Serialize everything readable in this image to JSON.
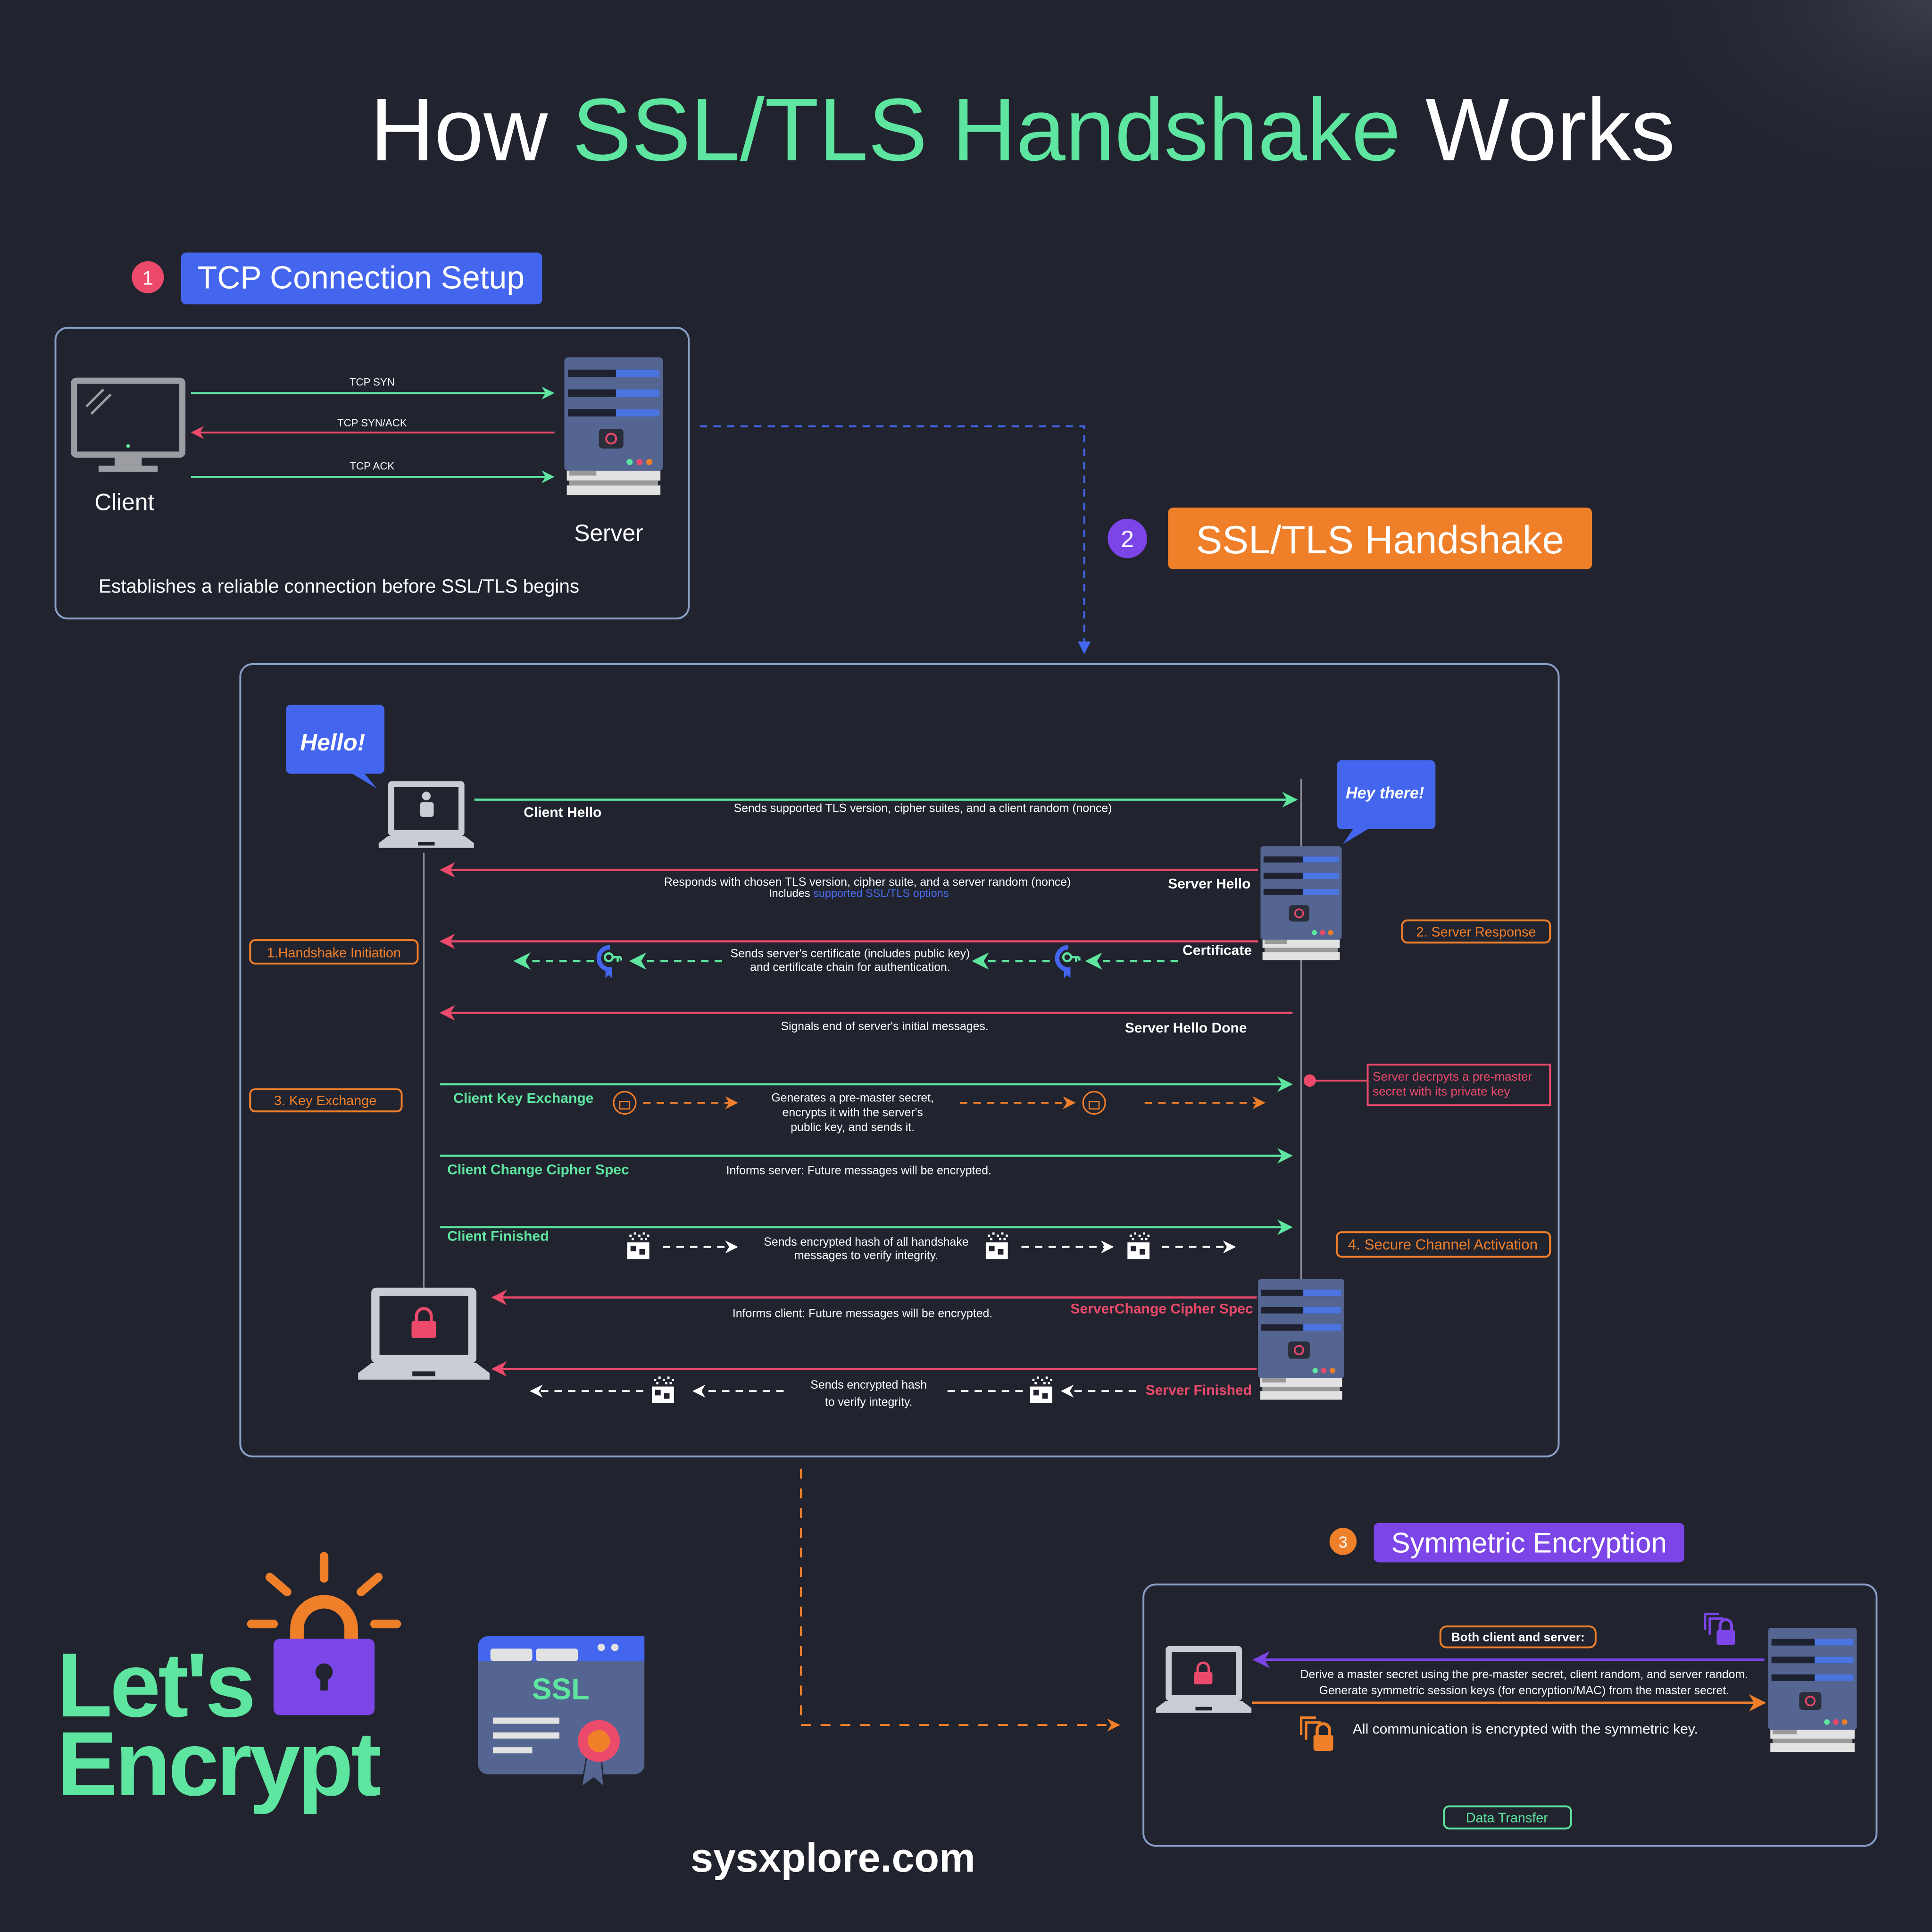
{
  "title": {
    "part1": "How ",
    "part2": "SSL/TLS Handshake",
    "part3": " Works"
  },
  "colors": {
    "background": "#21242f",
    "green": "#5ee5a0",
    "red": "#ec4a6b",
    "blue": "#4466ee",
    "orange": "#f07f2a",
    "purple": "#7b45e8",
    "panel_border": "#8aa0c8"
  },
  "step1": {
    "number": "1",
    "label": "TCP Connection Setup",
    "client_label": "Client",
    "server_label": "Server",
    "messages": [
      "TCP SYN",
      "TCP SYN/ACK",
      "TCP ACK"
    ],
    "footer": "Establishes a reliable connection before SSL/TLS begins"
  },
  "step2": {
    "number": "2",
    "label": "SSL/TLS Handshake",
    "client_bubble": "Hello!",
    "server_bubble": "Hey there!",
    "phases": [
      "1.Handshake Initiation",
      "2. Server Response",
      "3. Key Exchange",
      "4. Secure Channel Activation"
    ],
    "server_note": [
      "Server decrpyts a pre-master",
      "secret with its private key"
    ],
    "rows": {
      "client_hello": {
        "name": "Client Hello",
        "desc": "Sends supported TLS version, cipher suites, and a client random (nonce)"
      },
      "server_hello": {
        "name": "Server Hello",
        "desc": "Responds with chosen TLS version, cipher suite, and a server random (nonce)",
        "desc2_prefix": "Includes ",
        "desc2_link": "supported SSL/TLS options"
      },
      "certificate": {
        "name": "Certificate",
        "desc": [
          "Sends server's certificate (includes public key)",
          "and certificate chain for authentication."
        ]
      },
      "server_hello_done": {
        "name": "Server Hello Done",
        "desc": "Signals end of server's initial messages."
      },
      "client_key_exchange": {
        "name": "Client Key Exchange",
        "desc": [
          "Generates a pre-master secret,",
          "encrypts it with the server's",
          "public key, and sends it."
        ]
      },
      "client_change_cipher": {
        "name": "Client Change Cipher Spec",
        "desc": "Informs server: Future messages will be encrypted."
      },
      "client_finished": {
        "name": "Client Finished",
        "desc": [
          "Sends encrypted hash of all handshake",
          "messages to verify integrity."
        ]
      },
      "server_change_cipher": {
        "name": "ServerChange Cipher Spec",
        "desc": "Informs client: Future messages will be encrypted."
      },
      "server_finished": {
        "name": "Server Finished",
        "desc": [
          "Sends encrypted hash",
          "to verify integrity."
        ]
      }
    }
  },
  "step3": {
    "number": "3",
    "label": "Symmetric Encryption",
    "heading": "Both client and server:",
    "desc": [
      "Derive a master secret using the pre-master secret, client random, and server random.",
      "Generate symmetric session keys (for encryption/MAC) from the master secret."
    ],
    "encrypted_note": "All communication is encrypted with the symmetric key.",
    "data_transfer": "Data Transfer"
  },
  "logo": {
    "line1": "Let's",
    "line2": "Encrypt",
    "ssl_badge": "SSL"
  },
  "footer": {
    "site": "sysxplore.com"
  }
}
